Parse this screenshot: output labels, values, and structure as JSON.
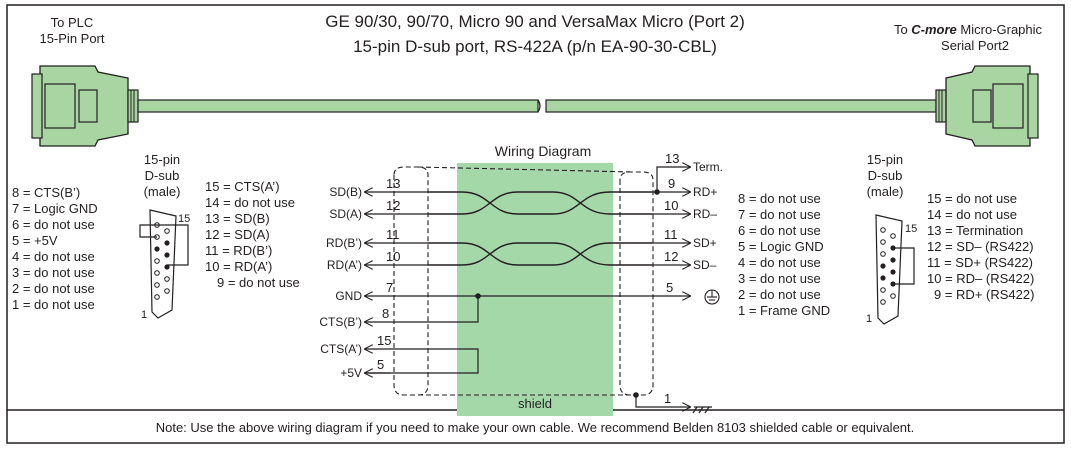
{
  "title": {
    "line1": "GE 90/30, 90/70, Micro 90 and VersaMax Micro (Port 2)",
    "line2": "15-pin D-sub port, RS-422A (p/n EA-90-30-CBL)"
  },
  "left_end": {
    "label_line1": "To PLC",
    "label_line2": "15-Pin Port",
    "connector_line1": "15-pin",
    "connector_line2": "D-sub",
    "connector_line3": "(male)",
    "pin15_mark": "15",
    "pin1_mark": "1",
    "pins_left": [
      "8 = CTS(B’)",
      "7 = Logic GND",
      "6 = do not use",
      "5 = +5V",
      "4 = do not use",
      "3 = do not use",
      "2 = do not use",
      "1 = do not use"
    ],
    "pins_right": [
      "15 = CTS(A’)",
      "14 = do not use",
      "13 = SD(B)",
      "12 = SD(A)",
      "11 = RD(B’)",
      "10 = RD(A’)",
      "9 = do not use"
    ]
  },
  "right_end": {
    "label_prefix": "To ",
    "label_brand": "C-more",
    "label_suffix": " Micro-Graphic",
    "label_line2": "Serial Port2",
    "connector_line1": "15-pin",
    "connector_line2": "D-sub",
    "connector_line3": "(male)",
    "pin15_mark": "15",
    "pin1_mark": "1",
    "pins_left": [
      "8 = do not use",
      "7 = do not use",
      "6 = do not use",
      "5 = Logic GND",
      "4 = do not use",
      "3 = do not use",
      "2 = do not use",
      "1 = Frame GND"
    ],
    "pins_right": [
      "15 = do not use",
      "14 = do not use",
      "13 = Termination",
      "12 = SD– (RS422)",
      "11 = SD+ (RS422)",
      "10 = RD– (RS422)",
      "9 = RD+ (RS422)"
    ]
  },
  "wiring": {
    "title": "Wiring Diagram",
    "shield_label": "shield",
    "term_label": "Term.",
    "left_signals": [
      {
        "name": "SD(B)",
        "pin": "13"
      },
      {
        "name": "SD(A)",
        "pin": "12"
      },
      {
        "name": "RD(B’)",
        "pin": "11"
      },
      {
        "name": "RD(A’)",
        "pin": "10"
      },
      {
        "name": "GND",
        "pin": "7"
      },
      {
        "name": "CTS(B’)",
        "pin": "8"
      },
      {
        "name": "CTS(A’)",
        "pin": "15"
      },
      {
        "name": "+5V",
        "pin": "5"
      }
    ],
    "right_signals": [
      {
        "name": "RD+",
        "pin": "9"
      },
      {
        "name": "RD–",
        "pin": "10"
      },
      {
        "name": "SD+",
        "pin": "11"
      },
      {
        "name": "SD–",
        "pin": "12"
      },
      {
        "name": "",
        "pin": "5"
      }
    ],
    "term_pin": "13",
    "frame_pin": "1"
  },
  "note": "Note: Use the above wiring diagram if you need to make your own cable. We recommend Belden 8103 shielded cable or equivalent.",
  "colors": {
    "cable_green": "#a8d5a2",
    "cable_dark": "#7fa97a",
    "shield_fill": "#a5d8a8",
    "ink": "#231f20"
  }
}
